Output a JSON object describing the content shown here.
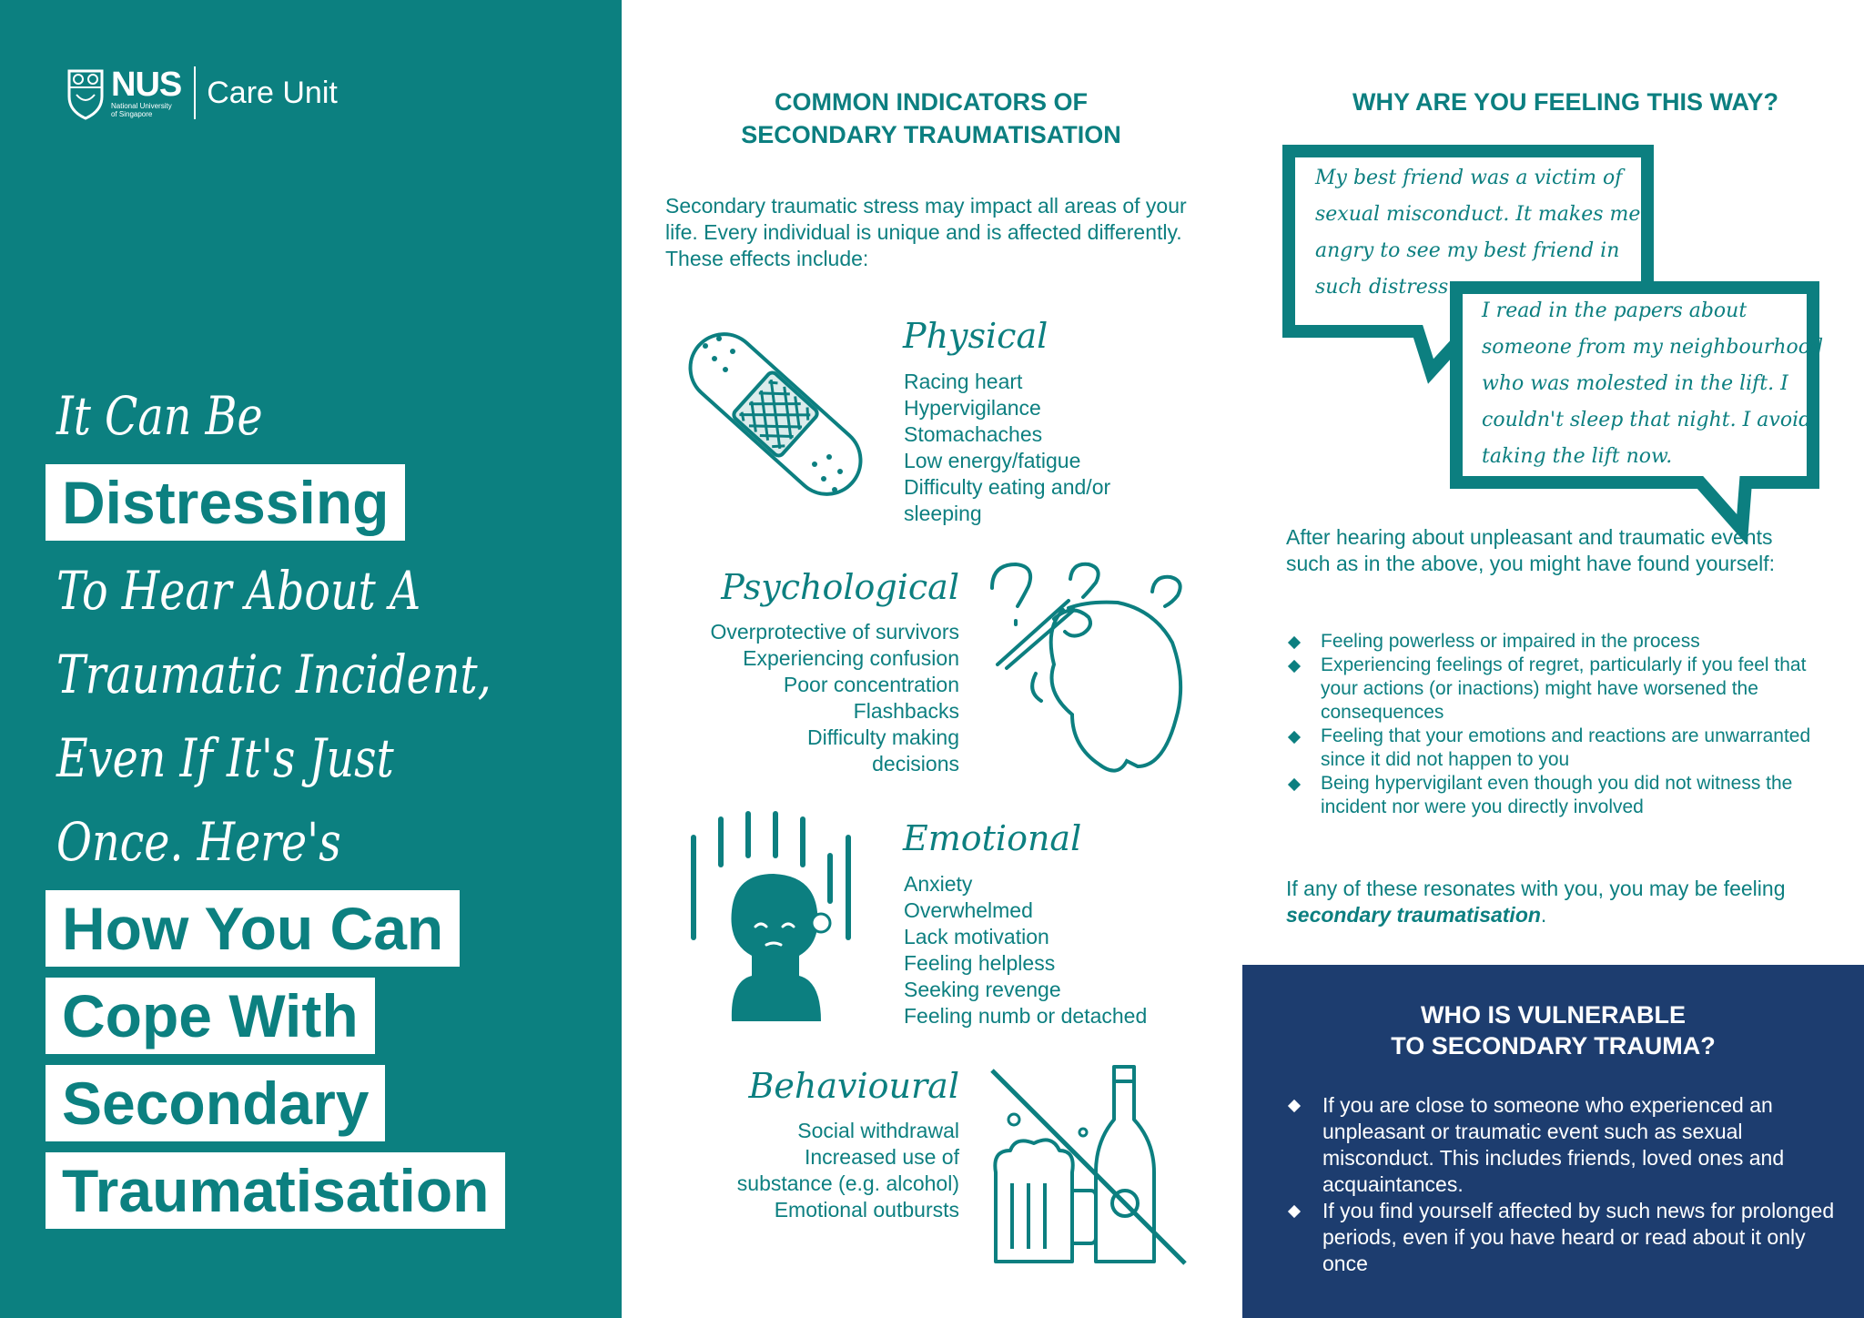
{
  "logo": {
    "name": "NUS",
    "subtitle_line1": "National University",
    "subtitle_line2": "of Singapore",
    "unit": "Care Unit"
  },
  "cover": {
    "script_lines": [
      "It Can Be",
      "To Hear About A",
      "Traumatic Incident,",
      "Even If It's Just",
      "Once. Here's"
    ],
    "highlight_lines": [
      "Distressing",
      "How You Can",
      "Cope With",
      "Secondary",
      "Traumatisation"
    ]
  },
  "indicators": {
    "heading_line1": "COMMON INDICATORS OF",
    "heading_line2": "SECONDARY TRAUMATISATION",
    "intro": "Secondary traumatic stress may impact all areas of your life. Every individual is unique and is affected differently. These effects include:",
    "categories": [
      {
        "title": "Physical",
        "icon": "bandage-icon",
        "items": [
          "Racing heart",
          "Hypervigilance",
          "Stomachaches",
          "Low energy/fatigue",
          "Difficulty eating and/or",
          "sleeping"
        ]
      },
      {
        "title": "Psychological",
        "icon": "confused-head-icon",
        "items": [
          "Overprotective of survivors",
          "Experiencing confusion",
          "Poor concentration",
          "Flashbacks",
          "Difficulty making",
          "decisions"
        ]
      },
      {
        "title": "Emotional",
        "icon": "distressed-person-icon",
        "items": [
          "Anxiety",
          "Overwhelmed",
          "Lack motivation",
          "Feeling helpless",
          "Seeking revenge",
          "Feeling numb or detached"
        ]
      },
      {
        "title": "Behavioural",
        "icon": "no-alcohol-icon",
        "items": [
          "Social withdrawal",
          "Increased use of",
          "substance (e.g. alcohol)",
          "Emotional outbursts"
        ]
      }
    ]
  },
  "why": {
    "heading": "WHY ARE YOU FEELING THIS WAY?",
    "quote1_lines": [
      "My best friend was a victim of",
      "sexual misconduct. It makes me",
      "angry to see my best friend in",
      "such distress."
    ],
    "quote2_lines": [
      "I read in the papers about",
      "someone from my neighbourhood",
      "who was molested in the lift. I",
      "couldn't sleep that night. I avoid",
      "taking the lift now."
    ],
    "after_text": "After hearing about unpleasant and traumatic events such as in the above, you might have found yourself:",
    "bullets": [
      "Feeling powerless or impaired in the process",
      "Experiencing feelings of regret, particularly if you feel that your actions (or inactions) might have worsened the consequences",
      "Feeling that your emotions and reactions are unwarranted since it did not happen to you",
      "Being hypervigilant even though you did not witness the incident nor were you directly involved"
    ],
    "conclusion_prefix": "If any of these resonates with you, you may be feeling ",
    "conclusion_emphasis": "secondary traumatisation",
    "conclusion_suffix": "."
  },
  "vulnerable": {
    "heading_line1": "WHO IS VULNERABLE",
    "heading_line2": "TO SECONDARY TRAUMA?",
    "bullets": [
      "If you are close to someone who experienced an unpleasant or traumatic event such as sexual misconduct. This includes friends, loved ones and acquaintances.",
      "If you find yourself affected by such news for prolonged periods, even if you have heard or read about it only once"
    ]
  },
  "colors": {
    "teal": "#0c8080",
    "navy": "#1d3d6f",
    "white": "#ffffff"
  }
}
